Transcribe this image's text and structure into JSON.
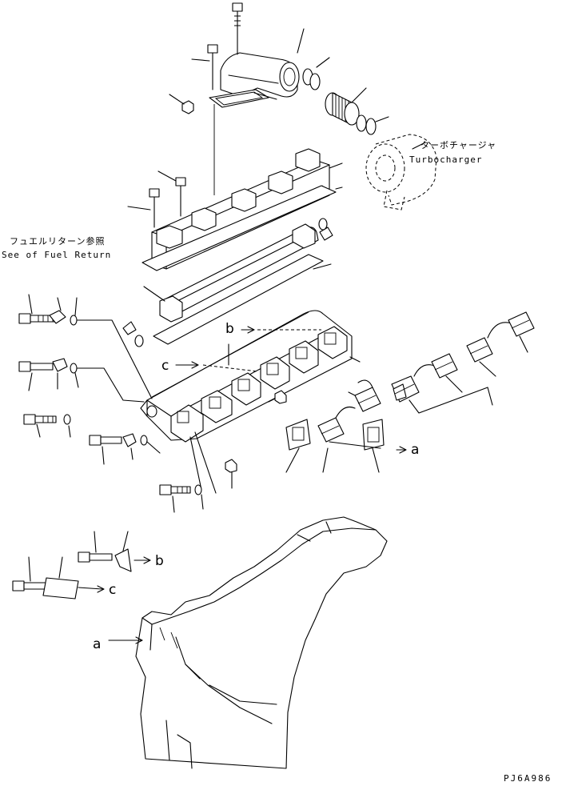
{
  "callouts": {
    "fuel_return_ja": "フュエルリターン参照",
    "fuel_return_en": "See of Fuel Return",
    "turbo_ja": "ターボチャージャ",
    "turbo_en": "Turbocharger"
  },
  "refs": {
    "a": "a",
    "b": "b",
    "c": "c"
  },
  "drawing_code": "PJ6A986"
}
